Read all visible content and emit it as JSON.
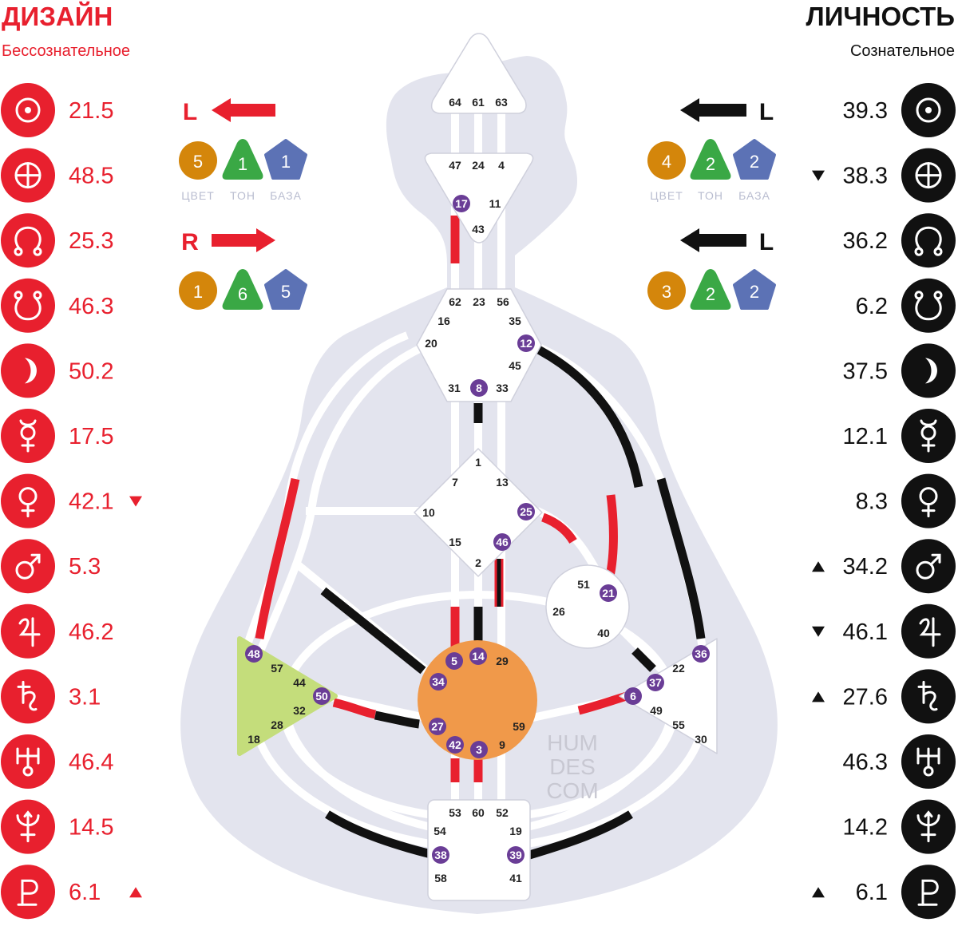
{
  "design": {
    "title": "ДИЗАЙН",
    "subtitle": "Бессознательное",
    "color": "#e8202e",
    "planets": [
      {
        "icon": "sun-icon",
        "value": "21.5",
        "marker": ""
      },
      {
        "icon": "earth-icon",
        "value": "48.5",
        "marker": ""
      },
      {
        "icon": "north-node-icon",
        "value": "25.3",
        "marker": ""
      },
      {
        "icon": "south-node-icon",
        "value": "46.3",
        "marker": ""
      },
      {
        "icon": "moon-icon",
        "value": "50.2",
        "marker": ""
      },
      {
        "icon": "mercury-icon",
        "value": "17.5",
        "marker": ""
      },
      {
        "icon": "venus-icon",
        "value": "42.1",
        "marker": "down"
      },
      {
        "icon": "mars-icon",
        "value": "5.3",
        "marker": ""
      },
      {
        "icon": "jupiter-icon",
        "value": "46.2",
        "marker": ""
      },
      {
        "icon": "saturn-icon",
        "value": "3.1",
        "marker": ""
      },
      {
        "icon": "uranus-icon",
        "value": "46.4",
        "marker": ""
      },
      {
        "icon": "neptune-icon",
        "value": "14.5",
        "marker": ""
      },
      {
        "icon": "pluto-icon",
        "value": "6.1",
        "marker": "up"
      }
    ],
    "arrows": [
      {
        "letter": "L",
        "direction": "left",
        "color": "5",
        "tone": "1",
        "base": "1"
      },
      {
        "letter": "R",
        "direction": "right",
        "color": "1",
        "tone": "6",
        "base": "5"
      }
    ]
  },
  "personality": {
    "title": "ЛИЧНОСТЬ",
    "subtitle": "Сознательное",
    "color": "#111111",
    "planets": [
      {
        "icon": "sun-icon",
        "value": "39.3",
        "marker": ""
      },
      {
        "icon": "earth-icon",
        "value": "38.3",
        "marker": "down"
      },
      {
        "icon": "north-node-icon",
        "value": "36.2",
        "marker": ""
      },
      {
        "icon": "south-node-icon",
        "value": "6.2",
        "marker": ""
      },
      {
        "icon": "moon-icon",
        "value": "37.5",
        "marker": ""
      },
      {
        "icon": "mercury-icon",
        "value": "12.1",
        "marker": ""
      },
      {
        "icon": "venus-icon",
        "value": "8.3",
        "marker": ""
      },
      {
        "icon": "mars-icon",
        "value": "34.2",
        "marker": "up"
      },
      {
        "icon": "jupiter-icon",
        "value": "46.1",
        "marker": "down"
      },
      {
        "icon": "saturn-icon",
        "value": "27.6",
        "marker": "up"
      },
      {
        "icon": "uranus-icon",
        "value": "46.3",
        "marker": ""
      },
      {
        "icon": "neptune-icon",
        "value": "14.2",
        "marker": ""
      },
      {
        "icon": "pluto-icon",
        "value": "6.1",
        "marker": "up"
      }
    ],
    "arrows": [
      {
        "letter": "L",
        "direction": "left",
        "color": "4",
        "tone": "2",
        "base": "2"
      },
      {
        "letter": "L",
        "direction": "left",
        "color": "3",
        "tone": "2",
        "base": "2"
      }
    ]
  },
  "variable_labels": {
    "color": "ЦВЕТ",
    "tone": "ТОН",
    "base": "БАЗА"
  },
  "variable_colors": {
    "color": "#d4860b",
    "tone": "#3aa845",
    "base": "#5c72b5"
  },
  "colors": {
    "design_line": "#e8202e",
    "personality_line": "#111111",
    "body": "#e3e4ee",
    "channel": "#ffffff",
    "active_gate": "#6a3d96",
    "sacral": "#f0994a",
    "spleen": "#c4dd7b"
  },
  "watermark": [
    "HUM",
    "DES",
    "COM"
  ],
  "centers": [
    {
      "name": "head",
      "gates": [
        "64",
        "61",
        "63"
      ],
      "active": []
    },
    {
      "name": "ajna",
      "gates": [
        "47",
        "24",
        "4",
        "17",
        "11",
        "43"
      ],
      "active": [
        "17"
      ]
    },
    {
      "name": "throat",
      "gates": [
        "62",
        "23",
        "56",
        "16",
        "35",
        "20",
        "12",
        "45",
        "31",
        "8",
        "33"
      ],
      "active": [
        "12",
        "8"
      ]
    },
    {
      "name": "g-center",
      "gates": [
        "1",
        "7",
        "13",
        "10",
        "25",
        "15",
        "46",
        "2"
      ],
      "active": [
        "25",
        "46"
      ]
    },
    {
      "name": "heart",
      "gates": [
        "51",
        "21",
        "26",
        "40"
      ],
      "active": [
        "21"
      ]
    },
    {
      "name": "spleen",
      "gates": [
        "48",
        "57",
        "44",
        "50",
        "32",
        "28",
        "18"
      ],
      "active": [
        "48",
        "50"
      ]
    },
    {
      "name": "sacral",
      "gates": [
        "5",
        "14",
        "29",
        "34",
        "27",
        "59",
        "42",
        "3",
        "9"
      ],
      "active": [
        "5",
        "14",
        "34",
        "27",
        "42",
        "3"
      ]
    },
    {
      "name": "solar-plexus",
      "gates": [
        "36",
        "22",
        "37",
        "6",
        "49",
        "55",
        "30"
      ],
      "active": [
        "36",
        "37",
        "6"
      ]
    },
    {
      "name": "root",
      "gates": [
        "53",
        "60",
        "52",
        "54",
        "19",
        "38",
        "39",
        "58",
        "41"
      ],
      "active": [
        "38",
        "39"
      ]
    }
  ]
}
